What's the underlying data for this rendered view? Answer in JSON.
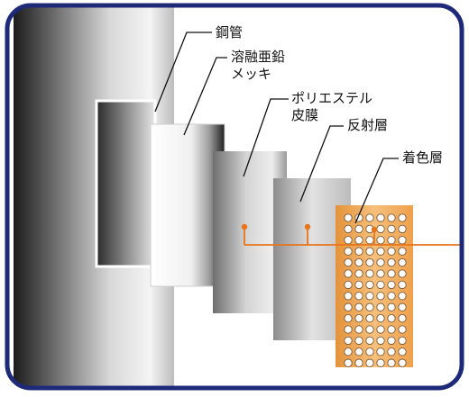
{
  "diagram": {
    "labels": {
      "steel_pipe": "鋼管",
      "zinc_plating_line1": "溶融亜鉛",
      "zinc_plating_line2": "メッキ",
      "polyester_line1": "ポリエステル",
      "polyester_line2": "皮膜",
      "reflective_layer": "反射層",
      "colored_layer": "着色層"
    },
    "colors": {
      "frame_border": "#1e2a78",
      "accent_orange": "#e8741a",
      "colored_layer_fill": "#f0a54a"
    }
  }
}
